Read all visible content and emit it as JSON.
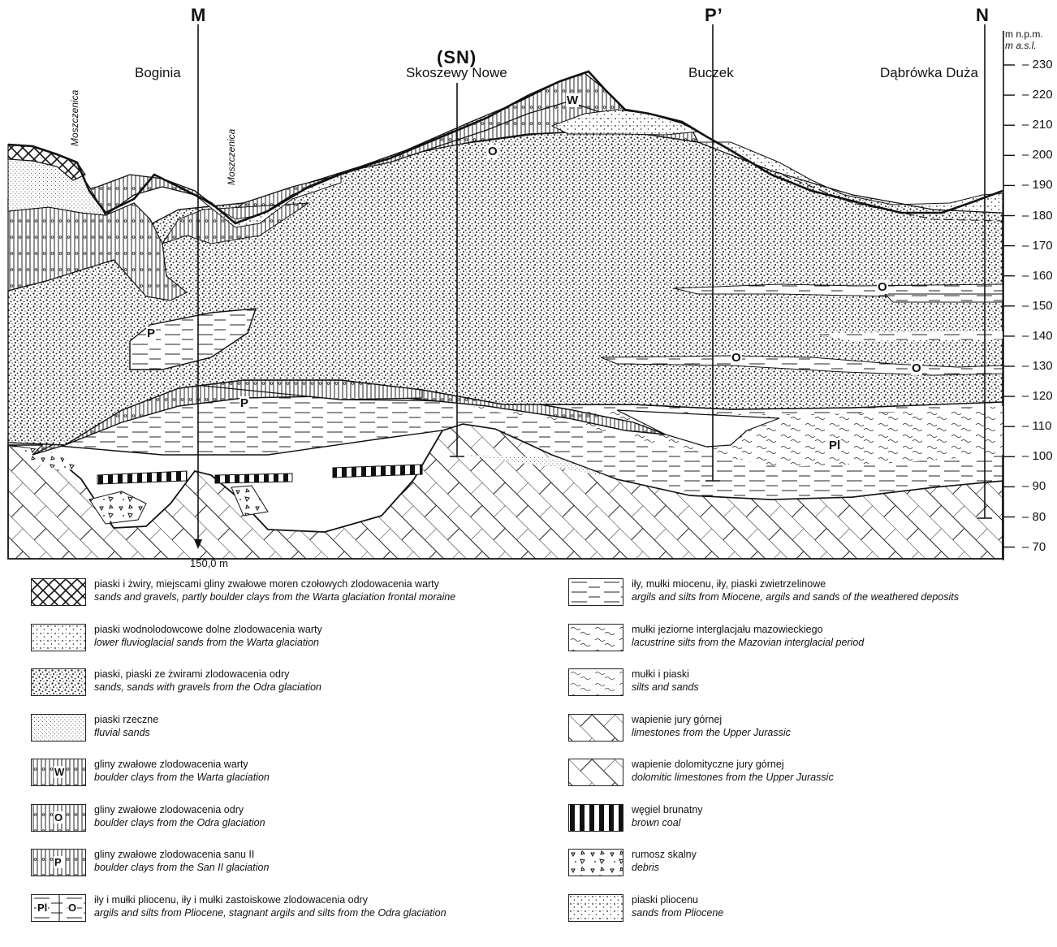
{
  "markers": {
    "m": "M",
    "p": "P’",
    "n": "N",
    "sn": "(SN)"
  },
  "towns": {
    "boginia": "Boginia",
    "skoszewy": "Skoszewy Nowe",
    "buczek": "Buczek",
    "dabrowka": "Dąbrówka Duża"
  },
  "rivers": {
    "first": "Moszczenica",
    "second": "Moszczenica"
  },
  "scale": {
    "unit_pl": "m n.p.m.",
    "unit_en": "m a.s.l.",
    "ticks": [
      "230",
      "220",
      "210",
      "200",
      "190",
      "180",
      "170",
      "160",
      "150",
      "140",
      "130",
      "120",
      "110",
      "100",
      "90",
      "80",
      "70"
    ]
  },
  "bottom_label": "150,0 m",
  "layer_symbols": {
    "w": "W",
    "o": "O",
    "p": "P",
    "pl": "Pl"
  },
  "legend": {
    "left": [
      {
        "pl": "piaski i żwiry, miejscami gliny zwałowe moren czołowych zlodowacenia warty",
        "en": "sands and gravels, partly boulder clays from the Warta glaciation frontal moraine"
      },
      {
        "pl": "piaski wodnolodowcowe dolne zlodowacenia warty",
        "en": "lower fluvioglacial sands from the Warta glaciation"
      },
      {
        "pl": "piaski, piaski ze żwirami zlodowacenia odry",
        "en": "sands, sands with gravels from the Odra glaciation"
      },
      {
        "pl": "piaski rzeczne",
        "en": "fluvial sands"
      },
      {
        "pl": "gliny zwałowe zlodowacenia warty",
        "en": "boulder clays from the Warta glaciation",
        "sym": "W"
      },
      {
        "pl": "gliny zwałowe zlodowacenia odry",
        "en": "boulder clays from the Odra glaciation",
        "sym": "O"
      },
      {
        "pl": "gliny zwałowe zlodowacenia sanu II",
        "en": "boulder clays from the San II glaciation",
        "sym": "P"
      },
      {
        "pl": "iły i mułki pliocenu, iły i mułki zastoiskowe zlodowacenia odry",
        "en": "argils and silts from Pliocene, stagnant argils and silts from the Odra glaciation",
        "sym": "Pl",
        "sym2": "O"
      }
    ],
    "right": [
      {
        "pl": "iły, mułki miocenu, iły, piaski zwietrzelinowe",
        "en": "argils and silts from Miocene, argils and sands of the weathered deposits"
      },
      {
        "pl": "mułki jeziorne interglacjału mazowieckiego",
        "en": "lacustrine silts from the Mazovian interglacial period"
      },
      {
        "pl": "mułki i piaski",
        "en": "silts and sands"
      },
      {
        "pl": "wapienie jury górnej",
        "en": "limestones from the Upper Jurassic"
      },
      {
        "pl": "wapienie dolomityczne jury górnej",
        "en": "dolomitic limestones from the Upper Jurassic"
      },
      {
        "pl": "węgiel brunatny",
        "en": "brown coal"
      },
      {
        "pl": "rumosz skalny",
        "en": "debris"
      },
      {
        "pl": "piaski pliocenu",
        "en": "sands from Pliocene"
      }
    ]
  }
}
